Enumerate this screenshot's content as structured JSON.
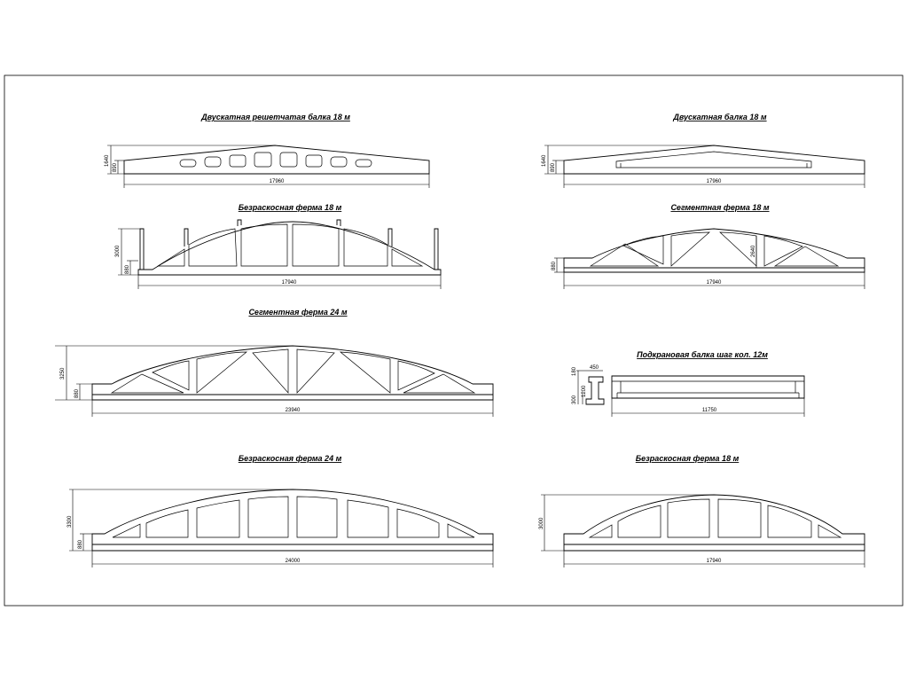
{
  "drawings": {
    "d1": {
      "title": "Двускатная решетчатая балка 18 м",
      "dims": [
        "1640",
        "890",
        "17960"
      ]
    },
    "d2": {
      "title": "Двускатная  балка 18 м",
      "dims": [
        "1640",
        "890",
        "17960"
      ]
    },
    "d3": {
      "title": "Безраскосная ферма 18 м",
      "dims": [
        "3000",
        "880",
        "17940"
      ]
    },
    "d4": {
      "title": "Сегментная  ферма 18 м",
      "dims": [
        "880",
        "2640",
        "17940"
      ]
    },
    "d5": {
      "title": "Сегментная ферма 24 м",
      "dims": [
        "3250",
        "880",
        "23940"
      ]
    },
    "d6": {
      "title": "Подкрановая балка шаг кол. 12м",
      "dims": [
        "180",
        "450",
        "1200",
        "300",
        "11750"
      ]
    },
    "d7": {
      "title": "Безраскосная ферма 24 м",
      "dims": [
        "3300",
        "880",
        "24000"
      ]
    },
    "d8": {
      "title": "Безраскосная ферма 18 м",
      "dims": [
        "3000",
        "17940"
      ]
    }
  }
}
